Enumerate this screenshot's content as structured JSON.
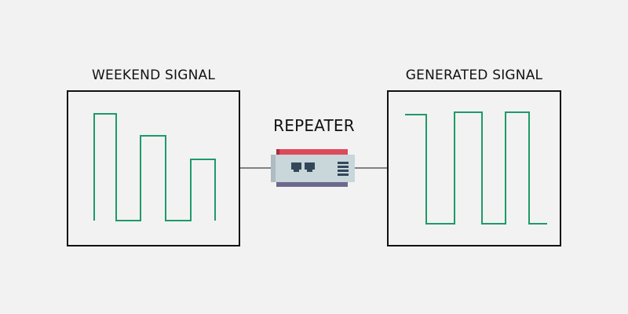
{
  "diagram": {
    "input_title": "WEEKEND SIGNAL",
    "repeater_title": "REPEATER",
    "output_title": "GENERATED SIGNAL"
  },
  "colors": {
    "background": "#f2f2f2",
    "signal": "#1e9a6a",
    "frame": "#111111",
    "repeater_top": "#dc4a5c",
    "repeater_body": "#c9d6da",
    "repeater_bottom": "#6b6a8e",
    "port": "#33475a"
  }
}
